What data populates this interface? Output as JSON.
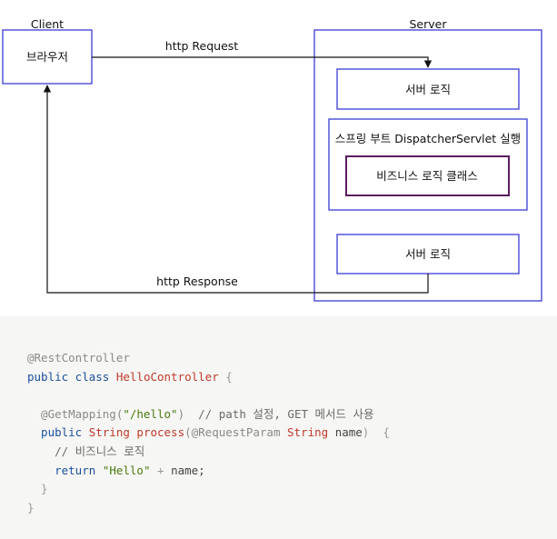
{
  "labels": {
    "client": "Client",
    "server": "Server",
    "browser": "브라우저",
    "http_request": "http Request",
    "http_response": "http Response",
    "server_logic_top": "서버 로직",
    "spring_boot": "스프링 부트 DispatcherServlet 실행",
    "business_logic": "비즈니스 로직 클래스",
    "server_logic_bottom": "서버 로직"
  },
  "colors": {
    "blue": "#3b3bd6",
    "purple": "#5a1d5e",
    "line": "#111111"
  },
  "code": {
    "lines": [
      [
        {
          "t": "@RestController",
          "c": "anno"
        }
      ],
      [
        {
          "t": "public class ",
          "c": "kw"
        },
        {
          "t": "HelloController",
          "c": "cls"
        },
        {
          "t": " {",
          "c": "punc"
        }
      ],
      [],
      [
        {
          "t": "  @GetMapping(",
          "c": "anno"
        },
        {
          "t": "\"/hello\"",
          "c": "str"
        },
        {
          "t": ")",
          "c": "anno"
        },
        {
          "t": "  // path 설정, GET 메서드 사용",
          "c": "cmt"
        }
      ],
      [
        {
          "t": "  public ",
          "c": "kw"
        },
        {
          "t": "String ",
          "c": "cls"
        },
        {
          "t": "process",
          "c": "cls"
        },
        {
          "t": "(@RequestParam ",
          "c": "anno"
        },
        {
          "t": "String ",
          "c": "cls"
        },
        {
          "t": "name",
          "c": "plain"
        },
        {
          "t": ")  {",
          "c": "punc"
        }
      ],
      [
        {
          "t": "    // 비즈니스 로직",
          "c": "cmt"
        }
      ],
      [
        {
          "t": "    return ",
          "c": "kw"
        },
        {
          "t": "\"Hello\"",
          "c": "str"
        },
        {
          "t": " + ",
          "c": "punc"
        },
        {
          "t": "name;",
          "c": "plain"
        }
      ],
      [
        {
          "t": "  }",
          "c": "punc"
        }
      ],
      [
        {
          "t": "}",
          "c": "punc"
        }
      ]
    ]
  }
}
